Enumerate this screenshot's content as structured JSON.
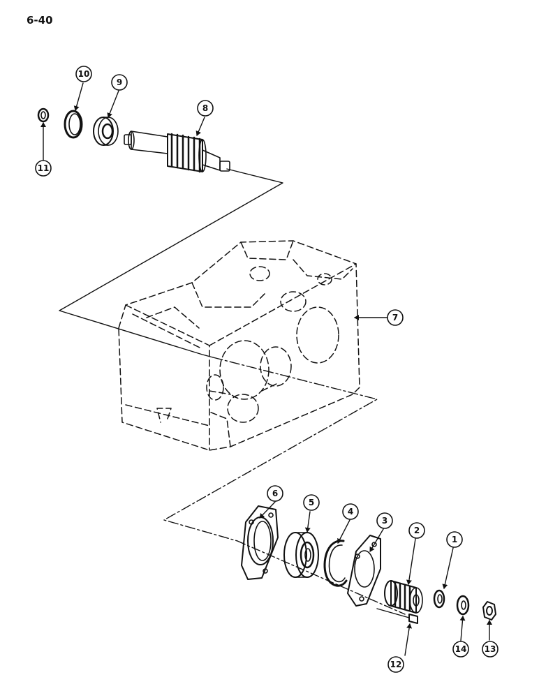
{
  "page_number": "6-40",
  "callouts": {
    "c1": "1",
    "c2": "2",
    "c3": "3",
    "c4": "4",
    "c5": "5",
    "c6": "6",
    "c7": "7",
    "c8": "8",
    "c9": "9",
    "c10": "10",
    "c11": "11",
    "c12": "12",
    "c13": "13",
    "c14": "14"
  }
}
